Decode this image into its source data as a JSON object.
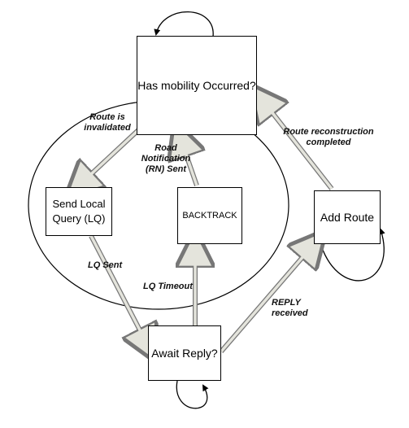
{
  "states": {
    "mobility": "Has mobility Occurred?",
    "send_lq": "Send Local Query (LQ)",
    "backtrack": "BACKTRACK",
    "add_route": "Add Route",
    "await_reply": "Await Reply?"
  },
  "transitions": {
    "route_invalidated": "Route is\ninvalidated",
    "road_notification": "Road\nNotification\n(RN) Sent",
    "route_reconstruction": "Route reconstruction\ncompleted",
    "lq_sent": "LQ Sent",
    "lq_timeout": "LQ Timeout",
    "reply_received": "REPLY received"
  },
  "colors": {
    "arrow_fill": "#e4e4dc",
    "arrow_stroke": "#777777",
    "line": "#000000"
  }
}
